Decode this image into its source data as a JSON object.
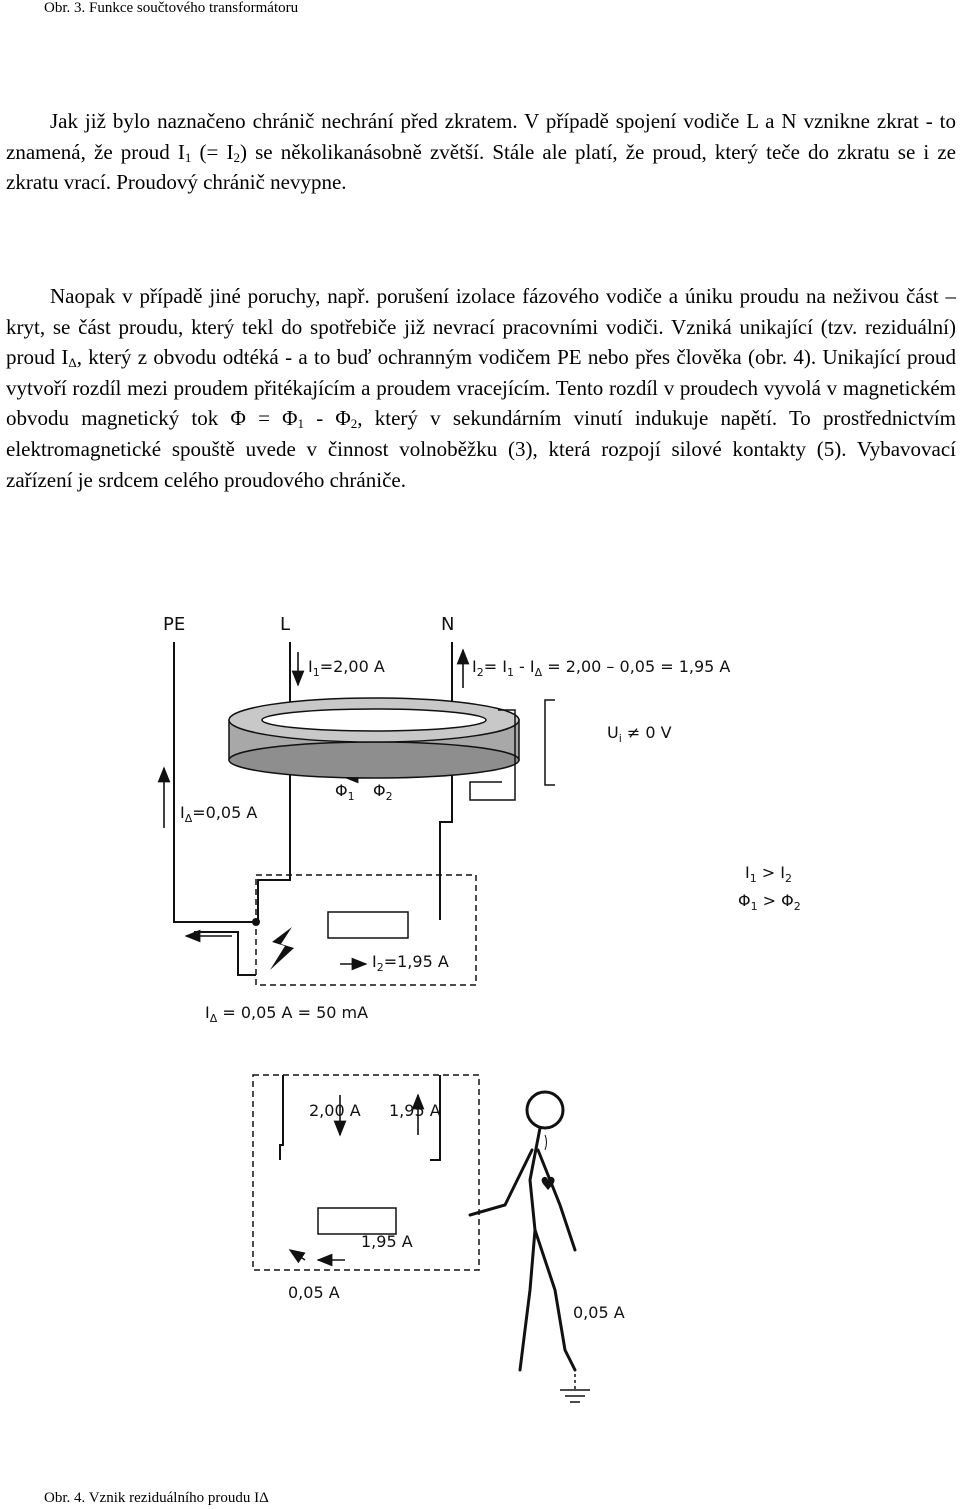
{
  "caption_top": "Obr. 3. Funkce součtového transformátoru",
  "p1": {
    "a": "Jak již bylo naznačeno chránič nechrání před zkratem. V případě spojení vodiče L a N vznikne zkrat - to znamená, že proud I",
    "s1": "1",
    "b": " (= I",
    "s2": "2",
    "c": ") se několikanásobně zvětší. Stále ale platí, že proud, který teče do zkratu se i ze zkratu vrací. Proudový chránič nevypne."
  },
  "p2": {
    "a": "Naopak v případě jiné poruchy, např. porušení izolace fázového vodiče a úniku proudu na neživou část – kryt, se část proudu, který tekl do spotřebiče již nevrací pracovními vodiči. Vzniká unikající (tzv. reziduální) proud I",
    "s1": "Δ",
    "b": ", který z obvodu odtéká - a to buď ochranným vodičem PE nebo přes člověka (obr. 4). Unikající proud vytvoří rozdíl mezi proudem přitékajícím a proudem vracejícím. Tento rozdíl v proudech vyvolá v magnetickém obvodu magnetický tok Φ = Φ",
    "s2": "1",
    "c": " - Φ",
    "s3": "2",
    "d": ", který v sekundárním vinutí indukuje napětí. To prostřednictvím elektromagnetické spouště uvede v činnost volnoběžku (3), která rozpojí silové kontakty (5). Vybavovací zařízení je srdcem celého proudového chrániče."
  },
  "figure": {
    "pe": "PE",
    "l": "L",
    "n": "N",
    "i1": {
      "sym": "I",
      "sub": "1",
      "val": "=2,00 A"
    },
    "i2": {
      "sym": "I",
      "sub": "2",
      "val": "= I",
      "sub2": "1",
      "rest": " - I",
      "sub3": "Δ",
      "rest2": " = 2,00 – 0,05 = 1,95 A"
    },
    "ui": {
      "sym": "U",
      "sub": "i",
      "val": " ≠ 0 V"
    },
    "phi1": {
      "sym": "Φ",
      "sub": "1"
    },
    "phi2": {
      "sym": "Φ",
      "sub": "2"
    },
    "idelta": {
      "sym": "I",
      "sub": "Δ",
      "val": "=0,05 A"
    },
    "cmp1": {
      "a": "I",
      "as": "1",
      "op": " > ",
      "b": "I",
      "bs": "2"
    },
    "cmp2": {
      "a": "Φ",
      "as": "1",
      "op": " > ",
      "b": "Φ",
      "bs": "2"
    },
    "i2load": {
      "sym": "I",
      "sub": "2",
      "val": "=1,95 A"
    },
    "ileak": {
      "sym": "I",
      "sub": "Δ",
      "val": " = 0,05 A = 50 mA"
    },
    "b_200": "2,00 A",
    "b_195top": "1,95 A",
    "b_195": "1,95 A",
    "b_005": "0,05 A",
    "b_005body": "0,05 A"
  },
  "caption_bottom": "Obr. 4. Vznik reziduálního proudu IΔ"
}
